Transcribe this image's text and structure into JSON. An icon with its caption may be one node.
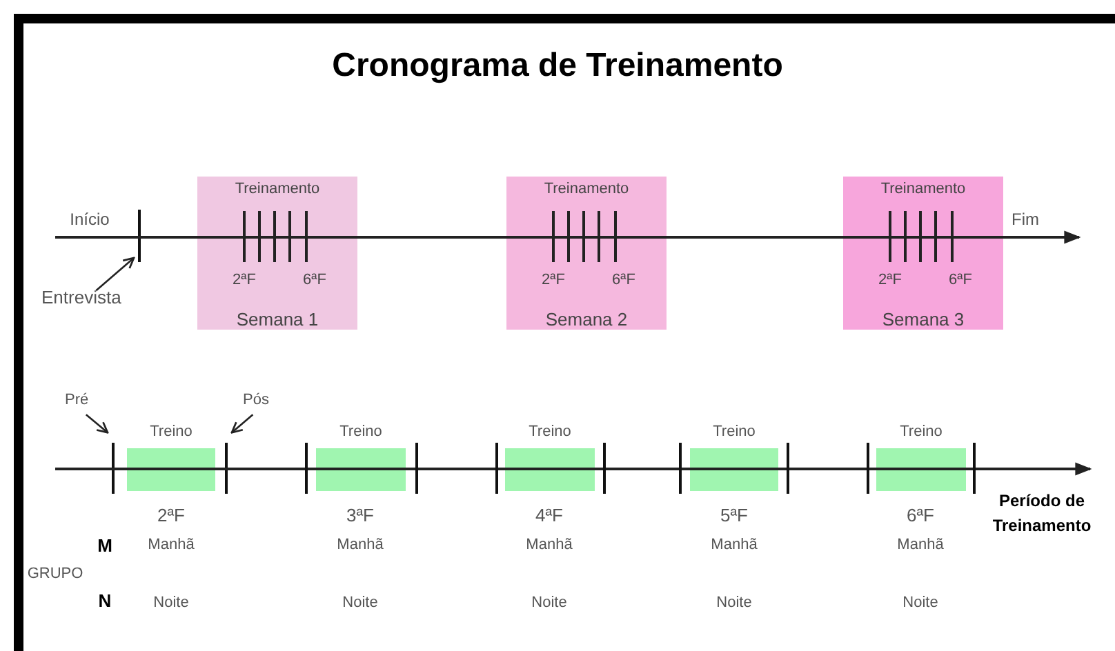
{
  "diagram": {
    "title": "Cronograma de Treinamento",
    "nodes": [
      {
        "text": [
          "Treinamento",
          "2ªF",
          "6ªF",
          "Semana 1"
        ]
      },
      {
        "text": [
          "Treinamento",
          "2ªF",
          "6ªF",
          "Semana 2"
        ]
      },
      {
        "text": [
          "Treinamento",
          "2ªF",
          "6ªF",
          "Semana 3"
        ]
      },
      {
        "text": [
          "Entrevista"
        ]
      },
      {
        "text": [],
        "shape": "bar"
      },
      {
        "text": [
          "Pré"
        ]
      },
      {
        "text": [
          "Pós"
        ]
      },
      {
        "text": [],
        "shape": "bar"
      },
      {
        "text": [],
        "shape": "bar"
      },
      {
        "text": [
          "Treino"
        ]
      },
      {
        "text": [
          "Treino"
        ]
      },
      {
        "text": [
          "Treino"
        ]
      },
      {
        "text": [
          "Treino"
        ]
      },
      {
        "text": [
          "Treino"
        ]
      }
    ],
    "edges": [
      {
        "from": 3,
        "to": 4,
        "arrow": "to"
      },
      {
        "from": 5,
        "to": 7,
        "arrow": "to"
      },
      {
        "from": 6,
        "to": 8,
        "arrow": "to"
      }
    ],
    "labels": [
      "Início",
      "Fim",
      "2ªF",
      "3ªF",
      "4ªF",
      "5ªF",
      "6ªF",
      "Período de Treinamento",
      "M",
      "Manhã",
      "Manhã",
      "Manhã",
      "Manhã",
      "Manhã",
      "GRUPO",
      "N",
      "Noite",
      "Noite",
      "Noite",
      "Noite",
      "Noite"
    ]
  }
}
